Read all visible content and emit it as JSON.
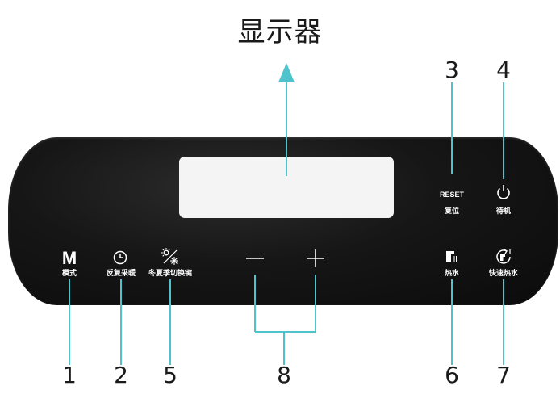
{
  "title": "显示器",
  "buttons": [
    {
      "key": "mode",
      "glyph": "M",
      "label": "模式",
      "number": "1"
    },
    {
      "key": "repeat_heat",
      "label": "反复采暖",
      "number": "2"
    },
    {
      "key": "reset",
      "glyph": "RESET",
      "label": "复位",
      "number": "3"
    },
    {
      "key": "standby",
      "label": "待机",
      "number": "4"
    },
    {
      "key": "season",
      "label": "冬夏季切换键",
      "number": "5"
    },
    {
      "key": "hot_water",
      "label": "热水",
      "number": "6"
    },
    {
      "key": "fast_hot_water",
      "label": "快速热水",
      "number": "7"
    },
    {
      "key": "minus_plus",
      "label": "",
      "number": "8"
    }
  ],
  "colors": {
    "callout_line": "#4fc3cc",
    "panel": "#111111",
    "screen": "#f4f4f4"
  }
}
